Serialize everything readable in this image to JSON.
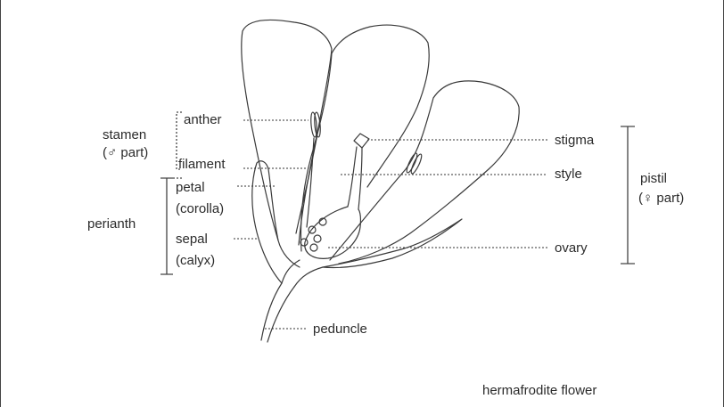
{
  "labels": {
    "stamen": "stamen",
    "stamen_sub": "(♂ part)",
    "anther": "anther",
    "filament": "filament",
    "petal": "petal",
    "corolla": "(corolla)",
    "perianth": "perianth",
    "sepal": "sepal",
    "calyx": "(calyx)",
    "peduncle": "peduncle",
    "stigma": "stigma",
    "style": "style",
    "ovary": "ovary",
    "pistil": "pistil",
    "pistil_sub": "(♀ part)",
    "caption": "hermafrodite flower"
  }
}
